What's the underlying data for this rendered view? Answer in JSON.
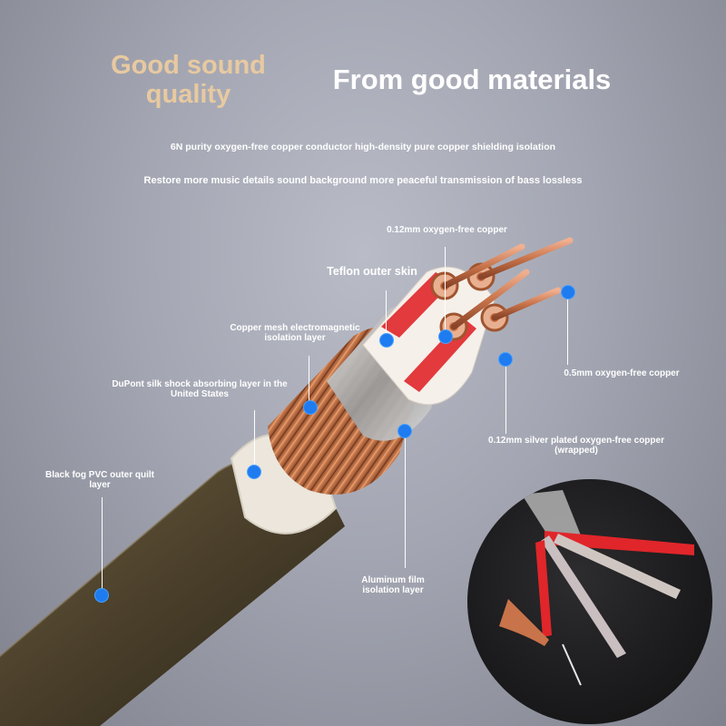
{
  "headline": {
    "left": "Good sound quality",
    "right": "From good materials"
  },
  "description": {
    "line1": "6N purity oxygen-free copper conductor high-density pure copper shielding isolation",
    "line2": "Restore more music details sound background more peaceful transmission of bass lossless"
  },
  "labels": {
    "copper_012": "0.12mm oxygen-free copper",
    "teflon": "Teflon outer skin",
    "copper_mesh": "Copper mesh electromagnetic isolation layer",
    "dupont": "DuPont silk shock absorbing layer in the United States",
    "pvc": "Black fog PVC outer quilt layer",
    "copper_05": "0.5mm oxygen-free copper",
    "silver_plated": "0.12mm silver plated oxygen-free copper (wrapped)",
    "aluminum": "Aluminum film isolation layer"
  },
  "colors": {
    "accent_gold": "#e8c9a0",
    "marker_blue": "#1e7cf0",
    "copper": "#c8734a",
    "red_insulation": "#e0262a"
  }
}
